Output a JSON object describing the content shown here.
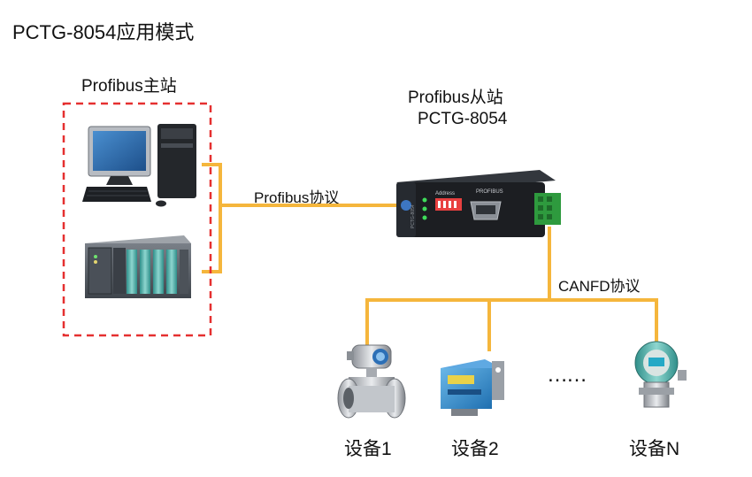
{
  "title": "PCTG-8054应用模式",
  "master": {
    "label": "Profibus主站"
  },
  "slave": {
    "label": "Profibus从站",
    "model": "PCTG-8054"
  },
  "protocols": {
    "profibus": "Profibus协议",
    "canfd": "CANFD协议"
  },
  "gateway_device": {
    "panel_left": "Address",
    "panel_right": "PROFIBUS",
    "side_text": "PCTG-8054"
  },
  "devices": [
    {
      "label": "设备1",
      "icon": "electromagnetic-flowmeter-icon"
    },
    {
      "label": "设备2",
      "icon": "color-sensor-icon"
    },
    {
      "label": "设备N",
      "icon": "pressure-transmitter-icon"
    }
  ],
  "ellipsis": "……",
  "colors": {
    "bus_line": "#f5b63c",
    "master_border": "#e53030",
    "gateway_body": "#1c1e22",
    "terminal_green": "#2e9a3e",
    "plc_teal": "#3aa8a0"
  }
}
